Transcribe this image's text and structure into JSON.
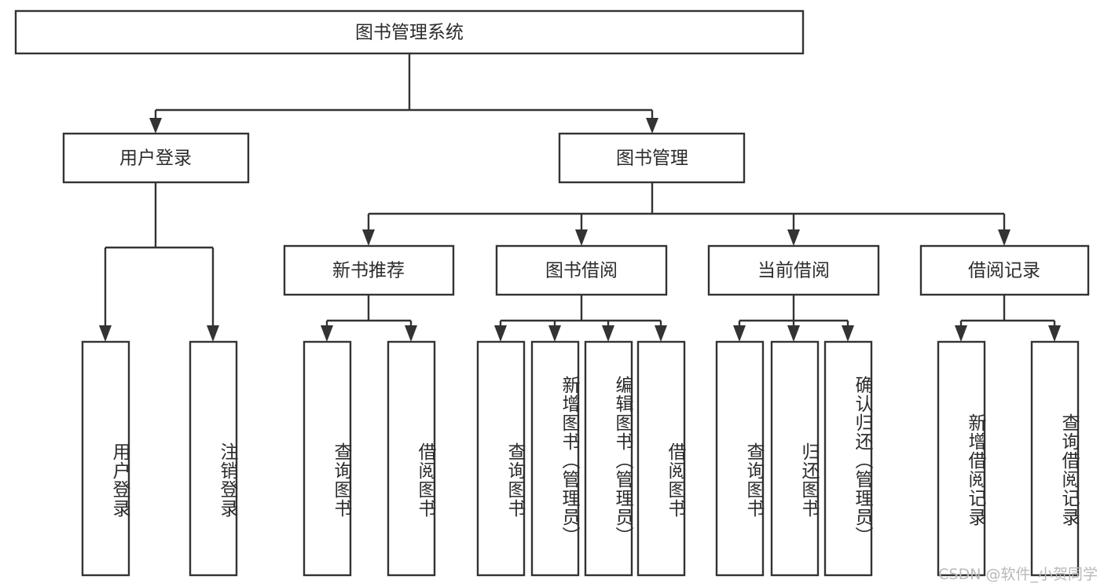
{
  "diagram": {
    "title": "图书管理系统",
    "type": "tree",
    "watermark": "CSDN @软件_小贺同学",
    "colors": {
      "stroke": "#333333",
      "fill": "#ffffff",
      "text": "#2b2b2b",
      "watermark": "#b9b9b9"
    },
    "root": {
      "label": "图书管理系统"
    },
    "level1": [
      {
        "label": "用户登录"
      },
      {
        "label": "图书管理"
      }
    ],
    "level2": [
      {
        "label": "新书推荐"
      },
      {
        "label": "图书借阅"
      },
      {
        "label": "当前借阅"
      },
      {
        "label": "借阅记录"
      }
    ],
    "leaves": {
      "user_login": [
        {
          "label": "用户登录"
        },
        {
          "label": "注销登录"
        }
      ],
      "new_book_recommend": [
        {
          "label": "查询图书"
        },
        {
          "label": "借阅图书"
        }
      ],
      "book_borrow": [
        {
          "label": "查询图书"
        },
        {
          "label": "新增图书（管理员）"
        },
        {
          "label": "编辑图书（管理员）"
        },
        {
          "label": "借阅图书"
        }
      ],
      "current_borrow": [
        {
          "label": "查询图书"
        },
        {
          "label": "归还图书"
        },
        {
          "label": "确认归还（管理员）"
        }
      ],
      "borrow_records": [
        {
          "label": "新增借阅记录"
        },
        {
          "label": "查询借阅记录"
        }
      ]
    }
  }
}
